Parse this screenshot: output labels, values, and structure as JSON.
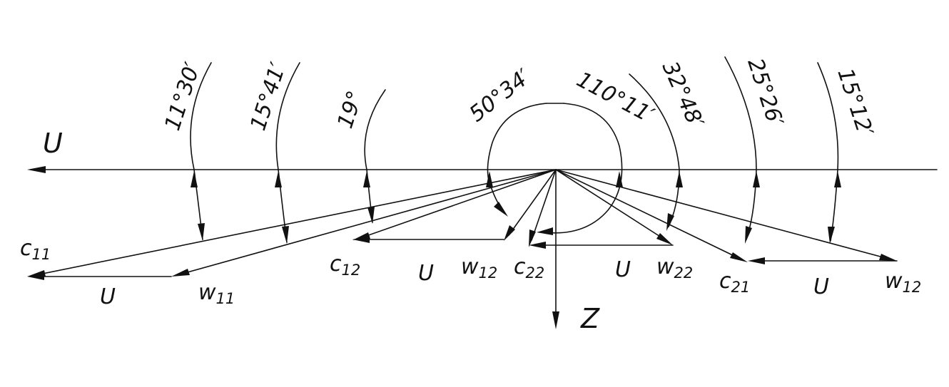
{
  "axes": {
    "horizontal": "U",
    "vertical": "Z"
  },
  "vectors": [
    {
      "name": "c11",
      "main": "c",
      "sub": "11"
    },
    {
      "name": "w11",
      "main": "w",
      "sub": "11"
    },
    {
      "name": "c12",
      "main": "c",
      "sub": "12"
    },
    {
      "name": "w12-left",
      "main": "w",
      "sub": "12"
    },
    {
      "name": "c22",
      "main": "c",
      "sub": "22"
    },
    {
      "name": "w22",
      "main": "w",
      "sub": "22"
    },
    {
      "name": "c21",
      "main": "c",
      "sub": "21"
    },
    {
      "name": "w12-right",
      "main": "w",
      "sub": "12"
    }
  ],
  "u_labels": [
    "U",
    "U",
    "U",
    "U"
  ],
  "angles": [
    {
      "name": "angle-11-30",
      "text": "11°30′"
    },
    {
      "name": "angle-15-41",
      "text": "15°41′"
    },
    {
      "name": "angle-19",
      "text": "19°"
    },
    {
      "name": "angle-50-34",
      "text": "50°34′"
    },
    {
      "name": "angle-110-11",
      "text": "110°11′"
    },
    {
      "name": "angle-32-48",
      "text": "32°48′"
    },
    {
      "name": "angle-25-26",
      "text": "25°26′"
    },
    {
      "name": "angle-15-12",
      "text": "15°12′"
    }
  ],
  "colors": {
    "ink": "#111111",
    "paper": "#ffffff"
  }
}
